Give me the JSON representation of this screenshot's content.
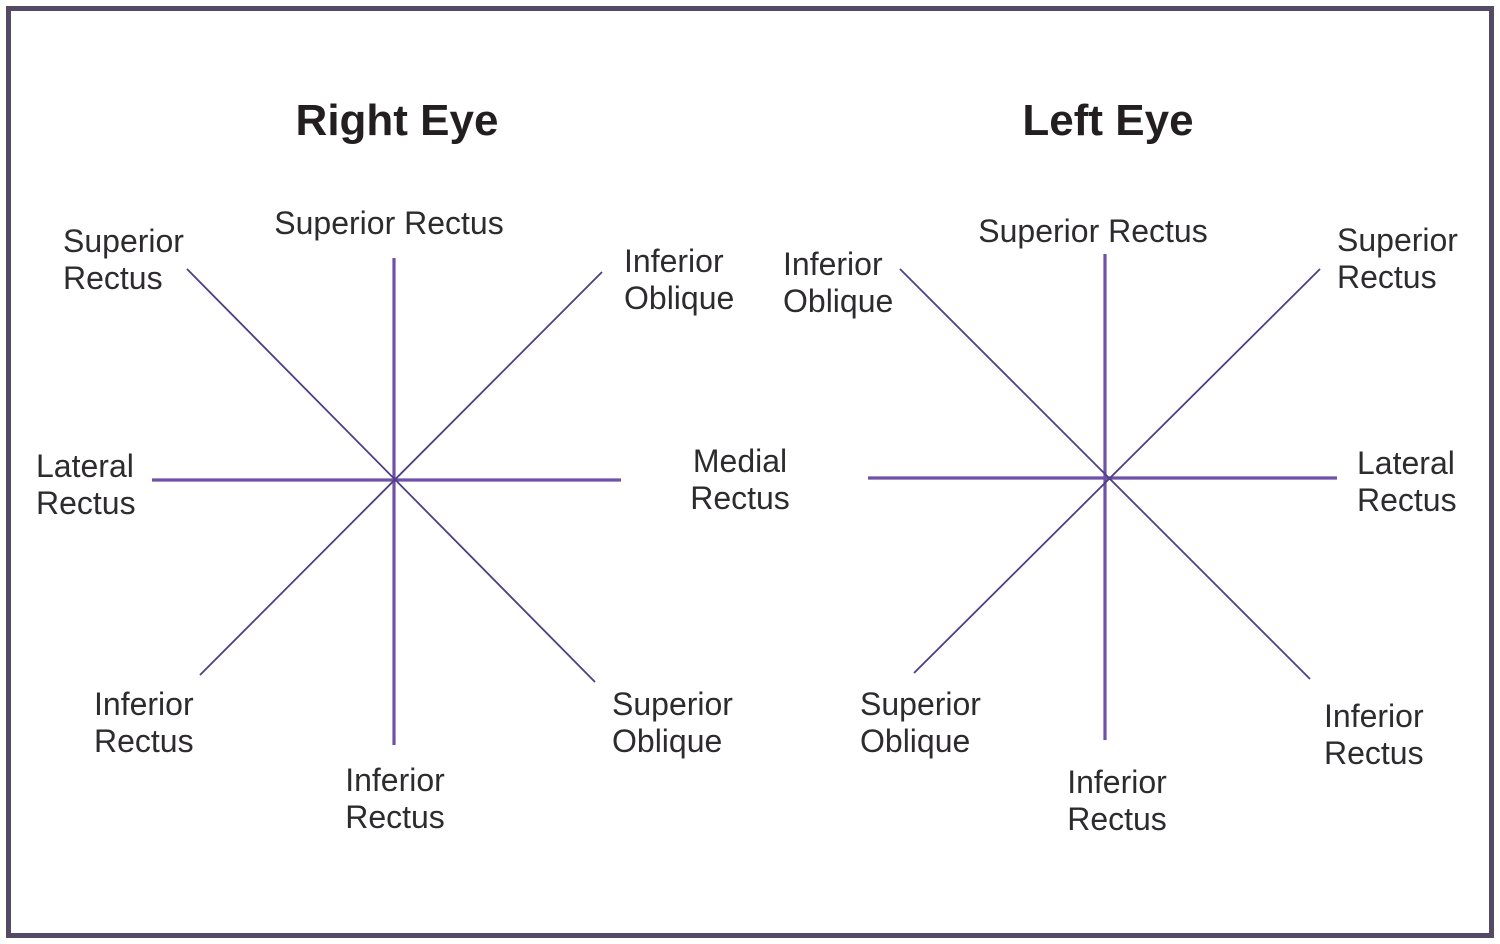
{
  "colors": {
    "background": "#ffffff",
    "frame_border": "#544a64",
    "line_primary": "#6f52a8",
    "line_diagonal": "#4f3d85",
    "text": "#2d2b2e",
    "title_text": "#231f20"
  },
  "right_eye": {
    "title": "Right Eye",
    "labels": {
      "superior_rectus_oblique_ray": "Superior\nRectus",
      "superior_rectus_vertical_ray": "Superior Rectus",
      "inferior_oblique": "Inferior\nOblique",
      "lateral_rectus": "Lateral\nRectus",
      "medial_rectus": "Medial\nRectus",
      "inferior_rectus_oblique_ray": "Inferior\nRectus",
      "inferior_rectus_vertical_ray": "Inferior\nRectus",
      "superior_oblique": "Superior\nOblique"
    }
  },
  "left_eye": {
    "title": "Left Eye",
    "labels": {
      "inferior_oblique": "Inferior\nOblique",
      "superior_rectus_vertical_ray": "Superior Rectus",
      "superior_rectus_oblique_ray": "Superior\nRectus",
      "lateral_rectus": "Lateral\nRectus",
      "superior_oblique": "Superior\nOblique",
      "inferior_rectus_vertical_ray": "Inferior\nRectus",
      "inferior_rectus_oblique_ray": "Inferior\nRectus"
    }
  }
}
